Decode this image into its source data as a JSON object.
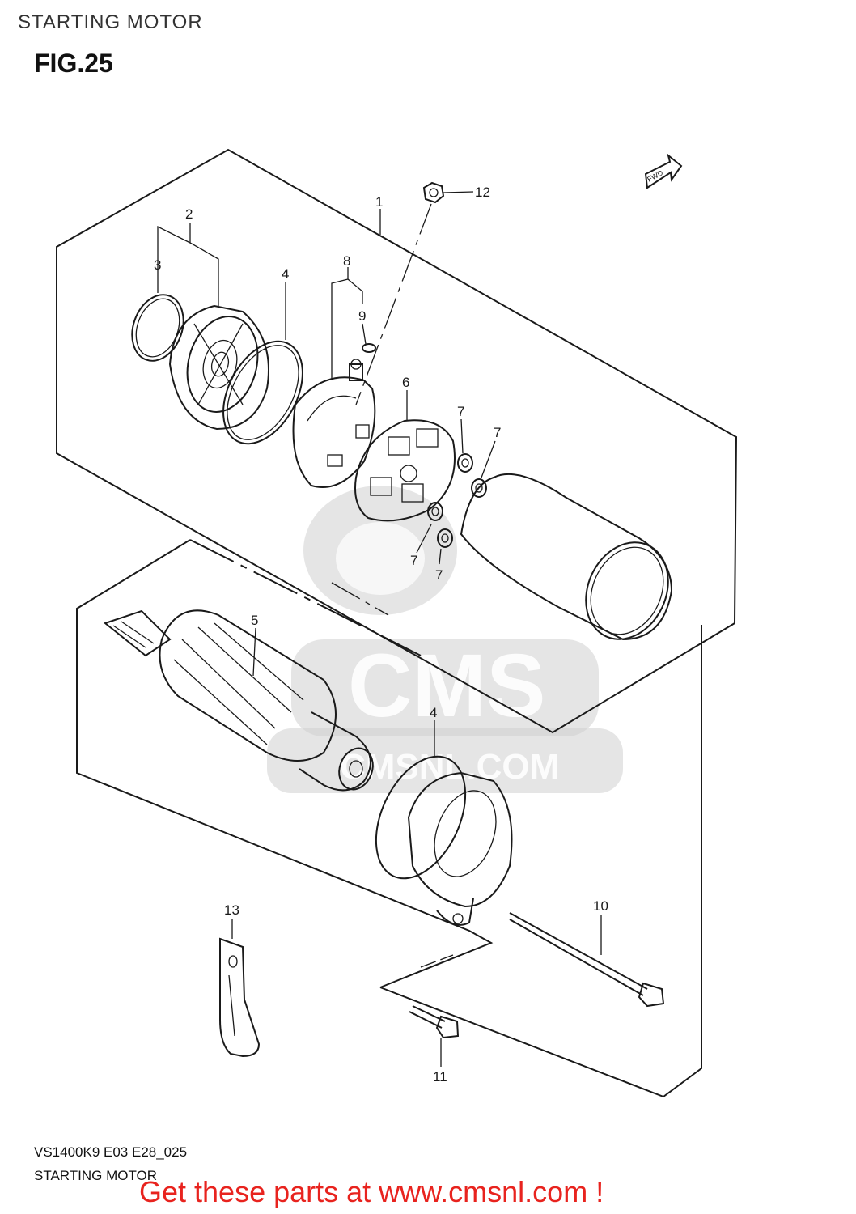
{
  "header": {
    "title": "STARTING MOTOR"
  },
  "figure": {
    "label": "FIG.25"
  },
  "fwd_icon": {
    "label": "FWD",
    "icon": "fwd-arrow-icon"
  },
  "watermark": {
    "brand": "CMS",
    "site": "CMSNL.COM"
  },
  "callouts": {
    "c1": "1",
    "c2": "2",
    "c3": "3",
    "c4a": "4",
    "c4b": "4",
    "c5": "5",
    "c6": "6",
    "c7a": "7",
    "c7b": "7",
    "c7c": "7",
    "c7d": "7",
    "c8": "8",
    "c9": "9",
    "c10": "10",
    "c11": "11",
    "c12": "12",
    "c13": "13"
  },
  "footer": {
    "code": "VS1400K9 E03 E28_025",
    "title": "STARTING MOTOR",
    "promo": "Get these parts at www.cmsnl.com !"
  }
}
